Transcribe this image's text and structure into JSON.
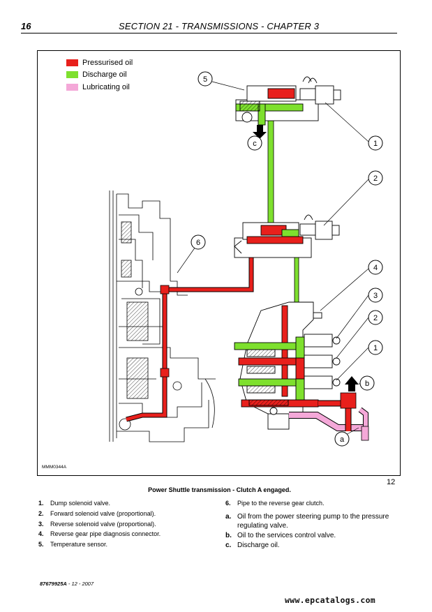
{
  "header": {
    "page_number": "16",
    "section_title": "SECTION 21 - TRANSMISSIONS - CHAPTER 3"
  },
  "legend": [
    {
      "label": "Pressurised oil",
      "color": "#e8201c"
    },
    {
      "label": "Discharge oil",
      "color": "#7ee02e"
    },
    {
      "label": "Lubricating oil",
      "color": "#f4a8d8"
    }
  ],
  "callouts": {
    "n1a": "1",
    "n2a": "2",
    "n4": "4",
    "n3": "3",
    "n2b": "2",
    "n1b": "1",
    "n5": "5",
    "n6": "6",
    "a": "a",
    "b": "b",
    "c": "c"
  },
  "figure": {
    "code": "MMM0344A",
    "number": "12",
    "caption": "Power Shuttle transmission - Clutch A engaged."
  },
  "legend_items_left": [
    {
      "num": "1.",
      "text": "Dump solenoid valve."
    },
    {
      "num": "2.",
      "text": "Forward solenoid valve (proportional)."
    },
    {
      "num": "3.",
      "text": "Reverse solenoid valve (proportional)."
    },
    {
      "num": "4.",
      "text": "Reverse gear pipe diagnosis connector."
    },
    {
      "num": "5.",
      "text": "Temperature sensor."
    }
  ],
  "legend_items_right": [
    {
      "num": "6.",
      "text": "Pipe to the reverse gear clutch."
    },
    {
      "num": "a.",
      "text": "Oil from the power steering pump to the pressure regulating valve."
    },
    {
      "num": "b.",
      "text": "Oil to the services control valve."
    },
    {
      "num": "c.",
      "text": "Discharge oil."
    }
  ],
  "footer": {
    "doc_code": "87679925A",
    "doc_date": " - 12 - 2007"
  },
  "watermark": "www.epcatalogs.com"
}
